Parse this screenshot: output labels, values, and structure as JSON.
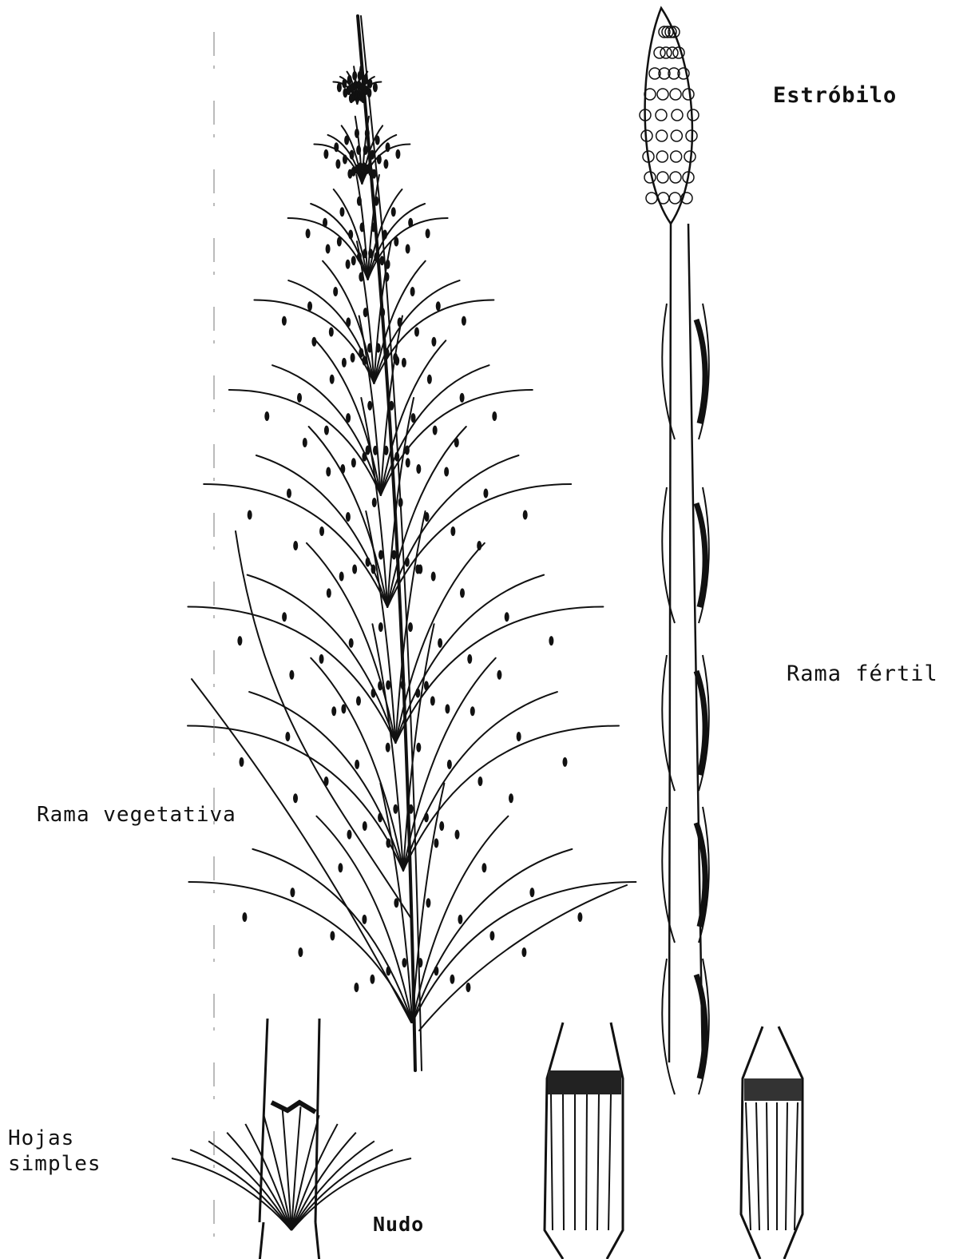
{
  "labels": {
    "estrobilo": "Estróbilo",
    "rama_fertil": "Rama fértil",
    "rama_vegetativa": "Rama vegetativa",
    "hojas_simples_line1": "Hojas",
    "hojas_simples_line2": "simples",
    "nudo": "Nudo"
  },
  "colors": {
    "ink": "#111111",
    "paper": "#ffffff"
  }
}
